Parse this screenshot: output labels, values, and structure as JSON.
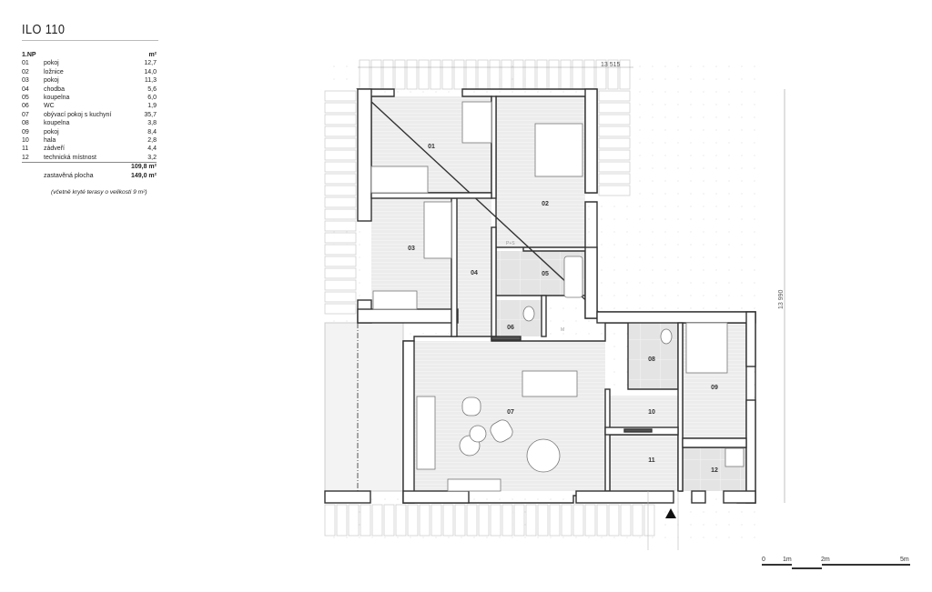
{
  "title": "ILO 110",
  "legend": {
    "floor": "1.NP",
    "unit": "m²",
    "rooms": [
      {
        "num": "01",
        "name": "pokoj",
        "area": "12,7"
      },
      {
        "num": "02",
        "name": "ložnice",
        "area": "14,0"
      },
      {
        "num": "03",
        "name": "pokoj",
        "area": "11,3"
      },
      {
        "num": "04",
        "name": "chodba",
        "area": "5,6"
      },
      {
        "num": "05",
        "name": "koupelna",
        "area": "6,0"
      },
      {
        "num": "06",
        "name": "WC",
        "area": "1,9"
      },
      {
        "num": "07",
        "name": "obývací pokoj s kuchyní",
        "area": "35,7"
      },
      {
        "num": "08",
        "name": "koupelna",
        "area": "3,8"
      },
      {
        "num": "09",
        "name": "pokoj",
        "area": "8,4"
      },
      {
        "num": "10",
        "name": "hala",
        "area": "2,8"
      },
      {
        "num": "11",
        "name": "zádveří",
        "area": "4,4"
      },
      {
        "num": "12",
        "name": "technická místnost",
        "area": "3,2"
      }
    ],
    "total": "109,8 m²",
    "built_label": "zastavěná plocha",
    "built_value": "149,0 m²",
    "note": "(včetně kryté terasy o velikosti 9 m²)"
  },
  "plan": {
    "dim_width": "13 515",
    "dim_depth": "13 990",
    "wash_label": "P+S",
    "m_label": "M"
  },
  "scale": {
    "labels": [
      "0",
      "1m",
      "2m",
      "5m"
    ]
  }
}
